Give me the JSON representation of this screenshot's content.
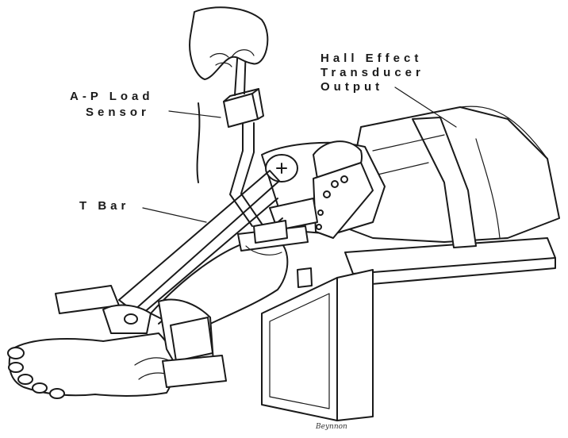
{
  "labels": {
    "hall_effect_line1": "Hall Effect",
    "hall_effect_line2": "Transducer",
    "hall_effect_line3": "Output",
    "ap_load_line1": "A-P Load",
    "ap_load_line2": "Sensor",
    "t_bar": "T Bar"
  },
  "signature": "Beynnon",
  "colors": {
    "ink": "#1a1a1a",
    "background": "#ffffff"
  }
}
